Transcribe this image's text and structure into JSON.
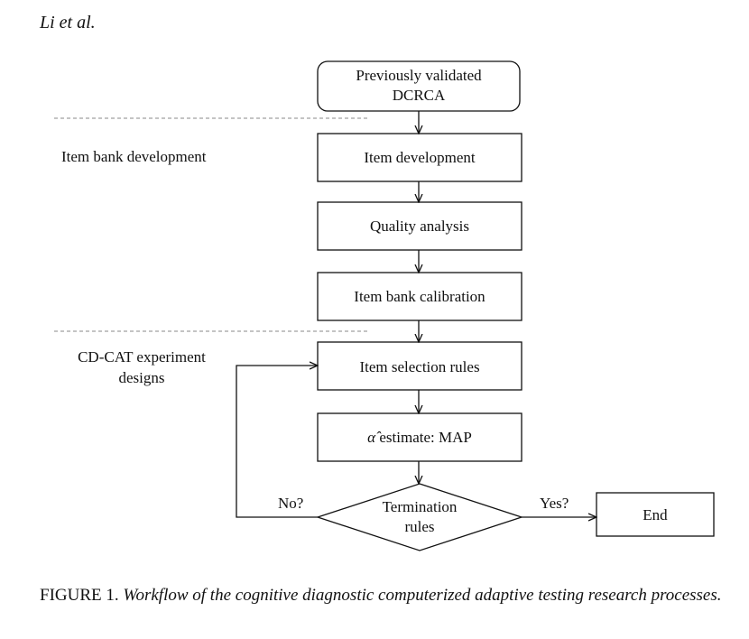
{
  "header": {
    "authors": "Li et al."
  },
  "sections": {
    "item_bank": "Item bank development",
    "cdcat_line1": "CD-CAT experiment",
    "cdcat_line2": "designs"
  },
  "nodes": {
    "start_line1": "Previously validated",
    "start_line2": "DCRCA",
    "item_development": "Item development",
    "quality_analysis": "Quality analysis",
    "calibration": "Item bank calibration",
    "selection": "Item selection rules",
    "alpha_symbol": "α̂",
    "estimate": " estimate: MAP",
    "termination_line1": "Termination",
    "termination_line2": "rules",
    "end": "End"
  },
  "edges": {
    "no": "No?",
    "yes": "Yes?"
  },
  "caption": {
    "number": "FIGURE 1.",
    "text": "Workflow of the cognitive diagnostic computerized adaptive testing research processes."
  }
}
